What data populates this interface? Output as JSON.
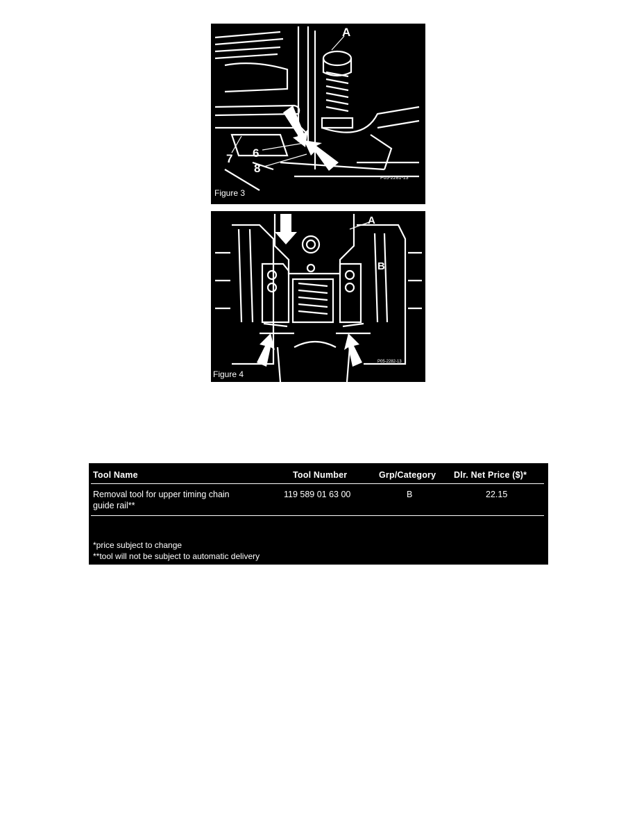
{
  "figures": [
    {
      "caption": "Figure 3",
      "callouts": [
        "A",
        "7",
        "6",
        "8"
      ],
      "code": "P05-2281-13"
    },
    {
      "caption": "Figure 4",
      "callouts": [
        "A",
        "B"
      ],
      "code": "P05-2282-13"
    }
  ],
  "table": {
    "headers": [
      "Tool Name",
      "Tool Number",
      "Grp/Category",
      "Dlr. Net Price ($)*"
    ],
    "rows": [
      {
        "tool_name_line1": "Removal tool for upper timing chain",
        "tool_name_line2": "guide rail**",
        "tool_number": "119 589 01 63 00",
        "category": "B",
        "price": "22.15"
      }
    ],
    "notes": [
      "*price subject to change",
      "**tool will not be subject to automatic delivery"
    ]
  },
  "colors": {
    "figure_bg": "#000000",
    "line_art": "#ffffff",
    "page_bg": "#ffffff"
  }
}
